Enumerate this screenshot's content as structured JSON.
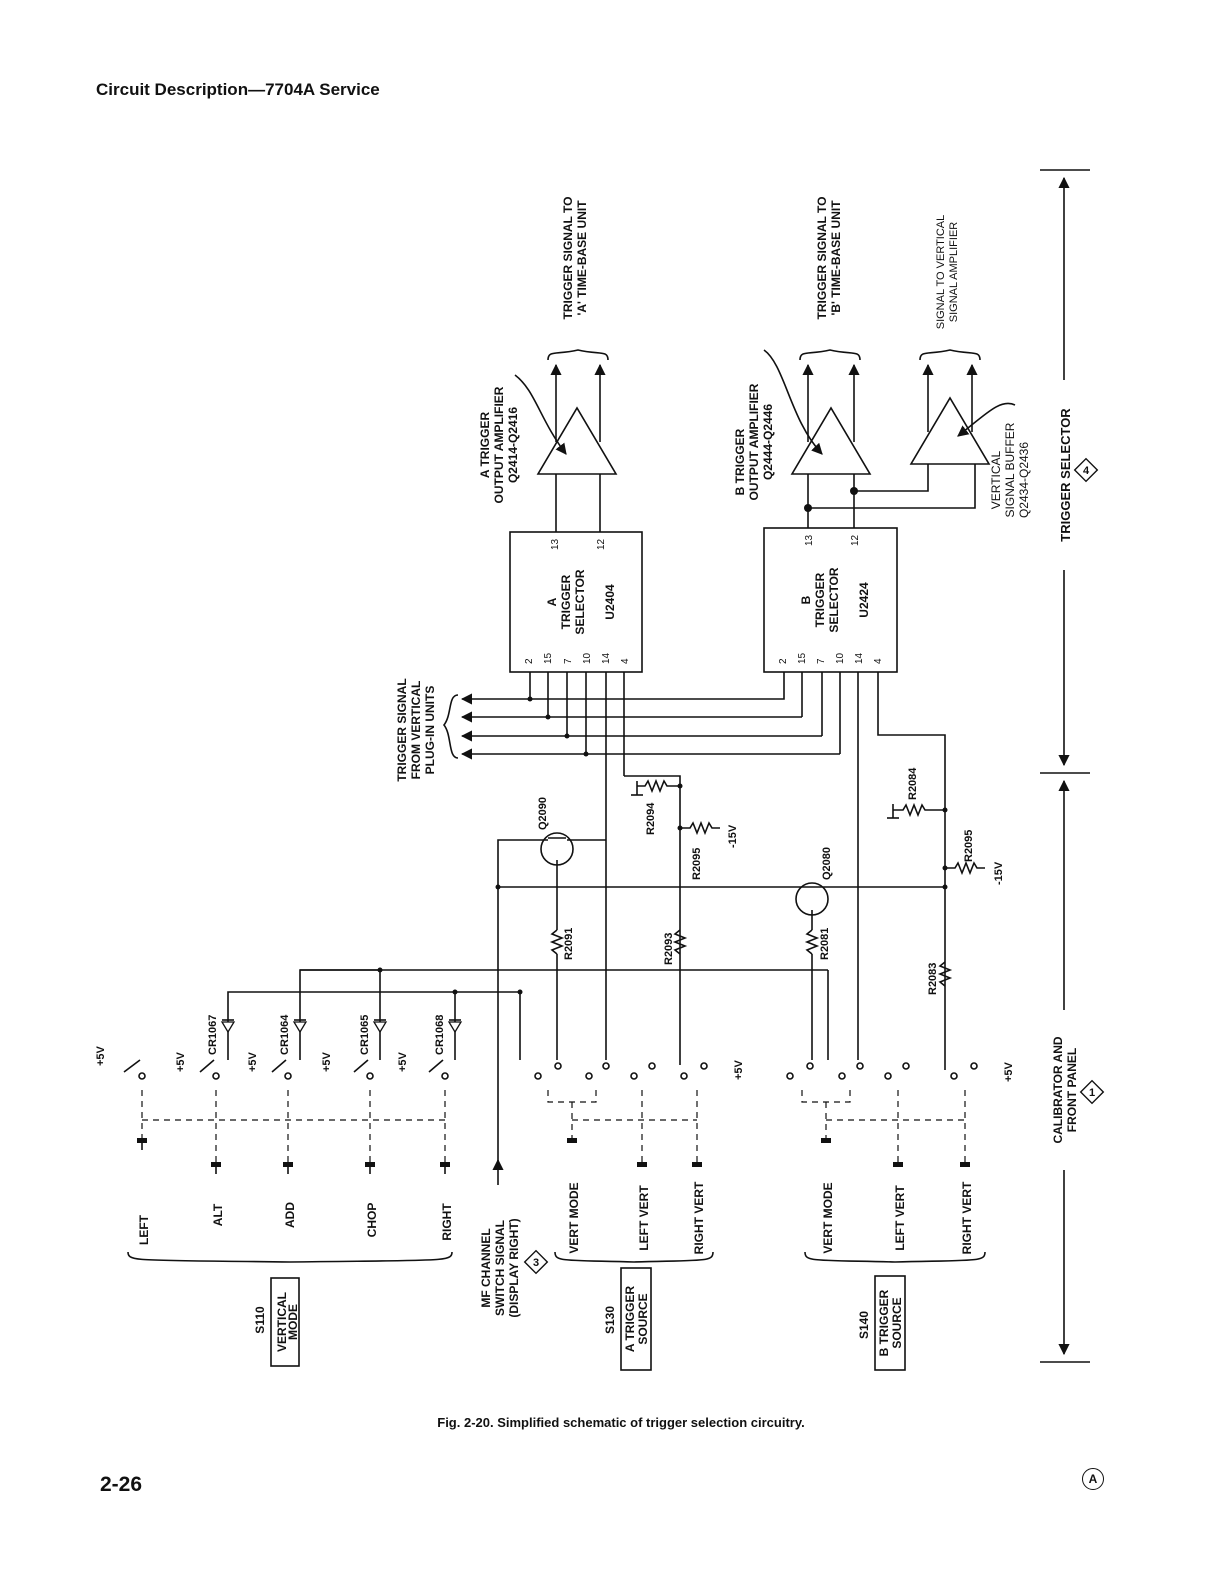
{
  "header": {
    "title": "Circuit Description—7704A Service"
  },
  "figure": {
    "caption": "Fig. 2-20. Simplified schematic of trigger selection circuitry.",
    "blocks": {
      "a_selector": [
        "A",
        "TRIGGER",
        "SELECTOR",
        "U2404"
      ],
      "b_selector": [
        "B",
        "TRIGGER",
        "SELECTOR",
        "U2424"
      ],
      "a_pins_bottom": [
        "2",
        "15",
        "7",
        "10",
        "14",
        "4"
      ],
      "a_pins_top": [
        "13",
        "12"
      ],
      "b_pins_bottom": [
        "2",
        "15",
        "7",
        "10",
        "14",
        "4"
      ],
      "b_pins_top": [
        "13",
        "12"
      ]
    },
    "amp_labels": {
      "a_amp": [
        "A TRIGGER",
        "OUTPUT AMPLIFIER",
        "Q2414-Q2416"
      ],
      "b_amp": [
        "B TRIGGER",
        "OUTPUT AMPLIFIER",
        "Q2444-Q2446"
      ],
      "v_buf": [
        "VERTICAL",
        "SIGNAL BUFFER",
        "Q2434-Q2436"
      ]
    },
    "outputs": {
      "a_out": [
        "TRIGGER SIGNAL TO",
        "'A' TIME-BASE UNIT"
      ],
      "b_out": [
        "TRIGGER SIGNAL TO",
        "'B' TIME-BASE UNIT"
      ],
      "v_out": [
        "SIGNAL TO VERTICAL",
        "SIGNAL AMPLIFIER"
      ]
    },
    "input_label": [
      "TRIGGER SIGNAL",
      "FROM VERTICAL",
      "PLUG-IN UNITS"
    ],
    "sections": {
      "trigger_selector": "TRIGGER SELECTOR",
      "trigger_selector_num": "4",
      "calibrator": [
        "CALIBRATOR AND",
        "FRONT PANEL"
      ],
      "calibrator_num": "1"
    },
    "components": {
      "q2090": "Q2090",
      "q2080": "Q2080",
      "r2094": "R2094",
      "r2095a": "R2095",
      "r2084": "R2084",
      "r2095b": "R2095",
      "r2091": "R2091",
      "r2093": "R2093",
      "r2081": "R2081",
      "r2083": "R2083",
      "cr1067": "CR1067",
      "cr1064": "CR1064",
      "cr1065": "CR1065",
      "cr1068": "CR1068",
      "neg15a": "-15V",
      "neg15b": "-15V",
      "p5v": "+5V"
    },
    "switch_labels": {
      "s110": [
        "LEFT",
        "ALT",
        "ADD",
        "CHOP",
        "RIGHT"
      ],
      "s130": [
        "VERT MODE",
        "LEFT VERT",
        "RIGHT VERT"
      ],
      "s140": [
        "VERT MODE",
        "LEFT VERT",
        "RIGHT VERT"
      ],
      "mf": [
        "MF CHANNEL",
        "SWITCH SIGNAL",
        "(DISPLAY RIGHT)"
      ],
      "mf_num": "3"
    },
    "switch_names": {
      "s110": {
        "id": "S110",
        "name": [
          "VERTICAL",
          "MODE"
        ]
      },
      "s130": {
        "id": "S130",
        "name": [
          "A TRIGGER",
          "SOURCE"
        ]
      },
      "s140": {
        "id": "S140",
        "name": [
          "B TRIGGER",
          "SOURCE"
        ]
      }
    }
  },
  "page": {
    "number": "2-26",
    "revision": "A"
  }
}
